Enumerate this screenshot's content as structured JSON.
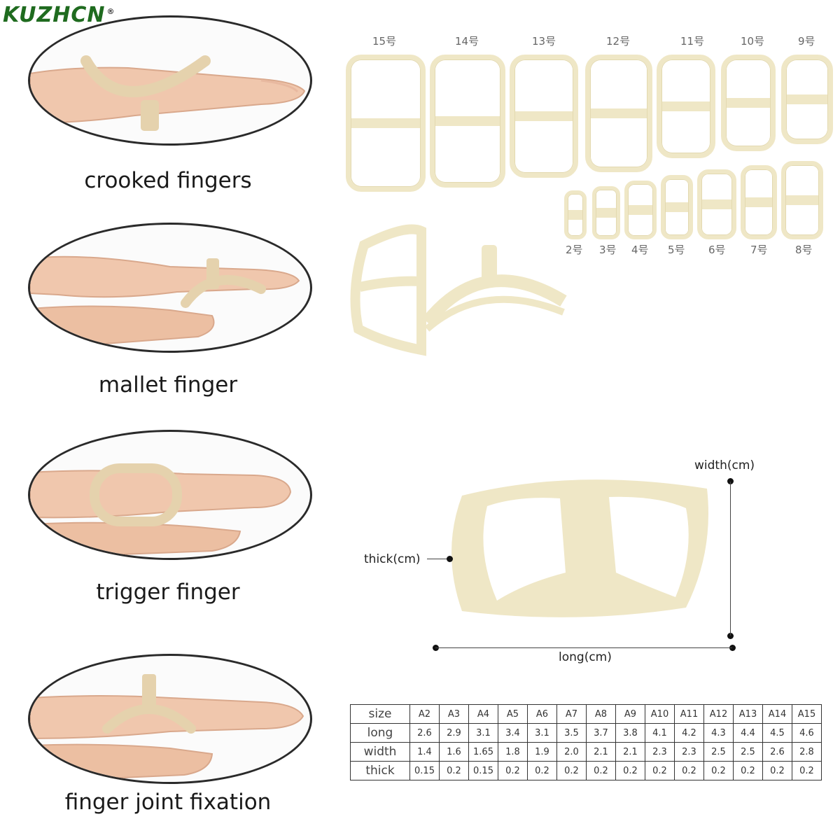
{
  "brand": {
    "logo": "KUZHCN",
    "reg_mark": "®"
  },
  "uses": [
    {
      "caption": "crooked fingers"
    },
    {
      "caption": "mallet finger"
    },
    {
      "caption": "trigger finger"
    },
    {
      "caption": "finger joint fixation"
    }
  ],
  "sizes": {
    "top_row": [
      "15号",
      "14号",
      "13号",
      "12号",
      "11号",
      "10号",
      "9号"
    ],
    "bottom_row": [
      "2号",
      "3号",
      "4号",
      "5号",
      "6号",
      "7号",
      "8号"
    ]
  },
  "dimensions": {
    "width": "width(cm)",
    "thick": "thick(cm)",
    "long": "long(cm)"
  },
  "colors": {
    "splint": "#efe7c6",
    "skin": "#f0c7ad",
    "logo": "#1f6b1f"
  },
  "size_table": {
    "rows": [
      {
        "label": "size",
        "values": [
          "A2",
          "A3",
          "A4",
          "A5",
          "A6",
          "A7",
          "A8",
          "A9",
          "A10",
          "A11",
          "A12",
          "A13",
          "A14",
          "A15"
        ]
      },
      {
        "label": "long",
        "values": [
          "2.6",
          "2.9",
          "3.1",
          "3.4",
          "3.1",
          "3.5",
          "3.7",
          "3.8",
          "4.1",
          "4.2",
          "4.3",
          "4.4",
          "4.5",
          "4.6"
        ]
      },
      {
        "label": "width",
        "values": [
          "1.4",
          "1.6",
          "1.65",
          "1.8",
          "1.9",
          "2.0",
          "2.1",
          "2.1",
          "2.3",
          "2.3",
          "2.5",
          "2.5",
          "2.6",
          "2.8"
        ]
      },
      {
        "label": "thick",
        "values": [
          "0.15",
          "0.2",
          "0.15",
          "0.2",
          "0.2",
          "0.2",
          "0.2",
          "0.2",
          "0.2",
          "0.2",
          "0.2",
          "0.2",
          "0.2",
          "0.2"
        ]
      }
    ]
  }
}
